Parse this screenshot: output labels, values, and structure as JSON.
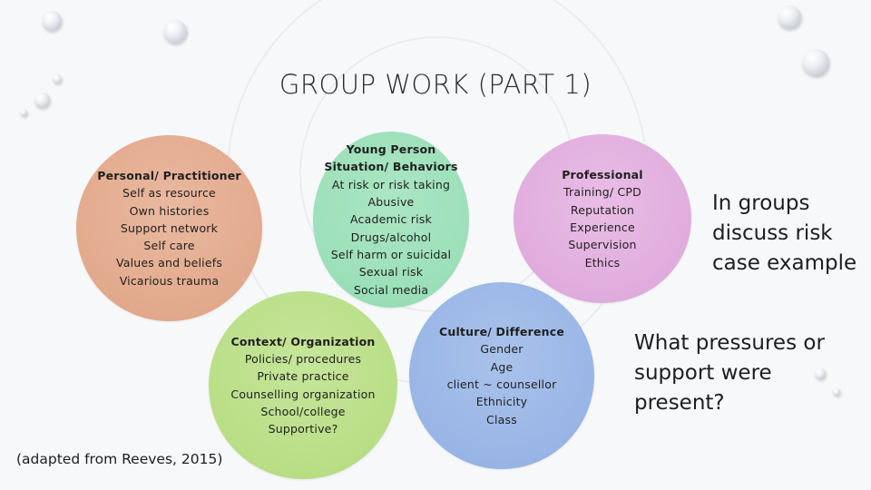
{
  "title": "GROUP WORK (PART 1)",
  "bubbles": {
    "personal": [
      "Personal/ Practitioner",
      "Self as resource",
      "Own histories",
      "Support network",
      "Self care",
      "Values and beliefs",
      "Vicarious trauma"
    ],
    "young": [
      "Young Person",
      "Situation/ Behaviors",
      "At risk or risk taking",
      "Abusive",
      "Academic risk",
      "Drugs/alcohol",
      "Self harm or suicidal",
      "Sexual risk",
      "Social media"
    ],
    "professional": [
      "Professional",
      "Training/ CPD",
      "Reputation",
      "Experience",
      "Supervision",
      "Ethics"
    ],
    "context": [
      "Context/ Organization",
      "Policies/ procedures",
      "Private practice",
      "Counselling organization",
      "School/college",
      "Supportive?"
    ],
    "culture": [
      "Culture/ Difference",
      "Gender",
      "Age",
      "client ~ counsellor",
      "Ethnicity",
      "Class"
    ]
  },
  "side": {
    "groups": [
      "In groups",
      "discuss risk",
      "case example"
    ],
    "pressures": [
      "What pressures or",
      "support were",
      "present?"
    ]
  },
  "credit": "(adapted from Reeves, 2015)"
}
